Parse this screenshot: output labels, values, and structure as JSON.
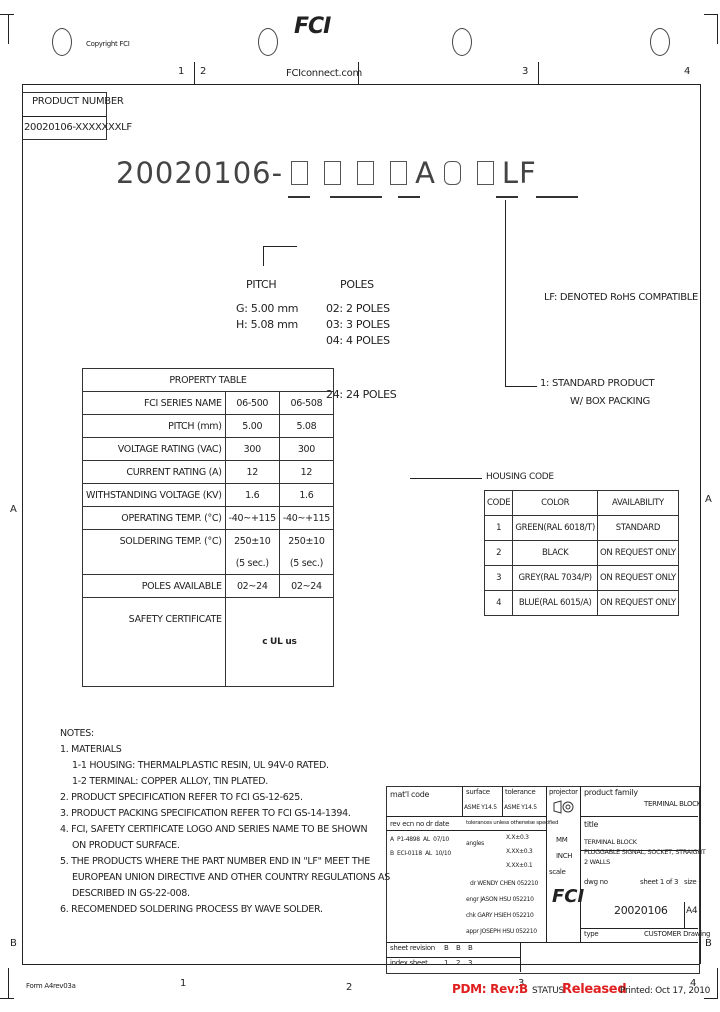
{
  "header": {
    "copyright": "Copyright FCI",
    "website": "FCIconnect.com",
    "logo": "FCI",
    "zone_top": [
      "1",
      "2",
      "3",
      "4"
    ],
    "zone_side_left": [
      "A",
      "B"
    ],
    "zone_side_right": [
      "A",
      "B"
    ]
  },
  "product": {
    "number_label": "PRODUCT NUMBER",
    "number_value": "20020106-XXXXXXXLF",
    "big_number": "20020106-",
    "big_letters": [
      "A"
    ],
    "big_suffix": "LF"
  },
  "pitch": {
    "title": "PITCH",
    "items": [
      "G:  5.00 mm",
      "H:  5.08 mm"
    ]
  },
  "poles": {
    "title": "POLES",
    "items": [
      "02:  2 POLES",
      "03:  3 POLES",
      "04:  4 POLES"
    ],
    "last": "24:  24 POLES"
  },
  "lf_note": "LF:  DENOTED RoHS COMPATIBLE",
  "packing_note": {
    "line1": "1:  STANDARD PRODUCT",
    "line2": "W/ BOX PACKING"
  },
  "property_table": {
    "title": "PROPERTY TABLE",
    "rows": [
      {
        "label": "FCI SERIES NAME",
        "a": "06-500",
        "b": "06-508"
      },
      {
        "label": "PITCH (mm)",
        "a": "5.00",
        "b": "5.08"
      },
      {
        "label": "VOLTAGE RATING (VAC)",
        "a": "300",
        "b": "300"
      },
      {
        "label": "CURRENT RATING (A)",
        "a": "12",
        "b": "12"
      },
      {
        "label": "WITHSTANDING VOLTAGE (KV)",
        "a": "1.6",
        "b": "1.6"
      },
      {
        "label": "OPERATING TEMP. (°C)",
        "a": "-40~+115",
        "b": "-40~+115"
      },
      {
        "label": "SOLDERING TEMP. (°C)",
        "a": "250±10",
        "b": "250±10"
      },
      {
        "label": "",
        "a": "(5 sec.)",
        "b": "(5 sec.)"
      },
      {
        "label": "POLES AVAILABLE",
        "a": "02~24",
        "b": "02~24"
      }
    ],
    "safety_label": "SAFETY CERTIFICATE",
    "safety_mark": "c UL us"
  },
  "housing": {
    "title": "HOUSING CODE",
    "headers": [
      "CODE",
      "COLOR",
      "AVAILABILITY"
    ],
    "rows": [
      {
        "code": "1",
        "color": "GREEN(RAL 6018/T)",
        "avail": "STANDARD"
      },
      {
        "code": "2",
        "color": "BLACK",
        "avail": "ON REQUEST ONLY"
      },
      {
        "code": "3",
        "color": "GREY(RAL 7034/P)",
        "avail": "ON REQUEST ONLY"
      },
      {
        "code": "4",
        "color": "BLUE(RAL 6015/A)",
        "avail": "ON REQUEST ONLY"
      }
    ]
  },
  "notes": {
    "title": "NOTES:",
    "lines": [
      "1. MATERIALS",
      "1-1 HOUSING: THERMALPLASTIC RESIN, UL 94V-0 RATED.",
      "1-2 TERMINAL: COPPER ALLOY, TIN PLATED.",
      "2. PRODUCT SPECIFICATION REFER TO FCI GS-12-625.",
      "3. PRODUCT PACKING SPECIFICATION REFER TO FCI GS-14-1394.",
      "4. FCI, SAFETY CERTIFICATE LOGO AND SERIES NAME TO BE SHOWN",
      "ON PRODUCT SURFACE.",
      "5. THE PRODUCTS WHERE THE PART NUMBER END IN \"LF\" MEET THE",
      "EUROPEAN UNION DIRECTIVE AND OTHER COUNTRY REGULATIONS AS",
      "DESCRIBED IN GS-22-008.",
      "6. RECOMENDED SOLDERING PROCESS BY WAVE SOLDER."
    ]
  },
  "title_block": {
    "matl_code": "mat'l code",
    "surface": "surface",
    "surface_val": "ASME Y14.5",
    "tolerance": "tolerance",
    "tolerance_val": "ASME Y14.5",
    "projector": "projector",
    "product_family_label": "product family",
    "product_family": "TERMINAL BLOCK",
    "info_header": "rev  ecn no  dr  date",
    "tol_header": "tolerances  unless otherwise specified",
    "rev_rows": [
      {
        "rev": "A",
        "ecn": "P1-4898",
        "dr": "AL",
        "date": "07/10"
      },
      {
        "rev": "B",
        "ecn": "ECI-0118",
        "dr": "AL",
        "date": "10/10"
      }
    ],
    "angles": "angles",
    "tol_vals": [
      "X.X±0.3",
      "X.XX±0.3",
      "X.XX±0.1"
    ],
    "mm": "MM",
    "inch": "INCH",
    "scale": "scale",
    "title_label": "title",
    "title_lines": [
      "TERMINAL BLOCK",
      "PLUGGABLE SIGNAL, SOCKET, STRAIGHT",
      "2 WALLS"
    ],
    "dr": "dr",
    "dr_name": "WENDY CHEN",
    "dr_date": "052210",
    "engr": "engr",
    "engr_name": "JASON HSU",
    "engr_date": "052210",
    "chk": "chk",
    "chk_name": "GARY HSIEH",
    "chk_date": "052210",
    "appr": "appr",
    "appr_name": "JOSEPH HSU",
    "appr_date": "052210",
    "dwg_no_label": "dwg no",
    "dwg_no": "20020106",
    "sheet_label": "sheet 1 of 3",
    "size_label": "size",
    "size": "A4",
    "type_label": "type",
    "type": "CUSTOMER Drawing",
    "sheet_rev_label": "sheet  revision",
    "sheet_revs": [
      "B",
      "B",
      "B"
    ],
    "index_label": "index  sheet",
    "index_vals": [
      "1",
      "2",
      "3"
    ]
  },
  "footer": {
    "form": "Form A4rev03a",
    "pdm": "PDM: Rev:B",
    "status_label": "STATUS",
    "status": "Released",
    "printed": "Printed: Oct 17, 2010",
    "zone_bottom": [
      "1",
      "2",
      "3",
      "4"
    ]
  }
}
